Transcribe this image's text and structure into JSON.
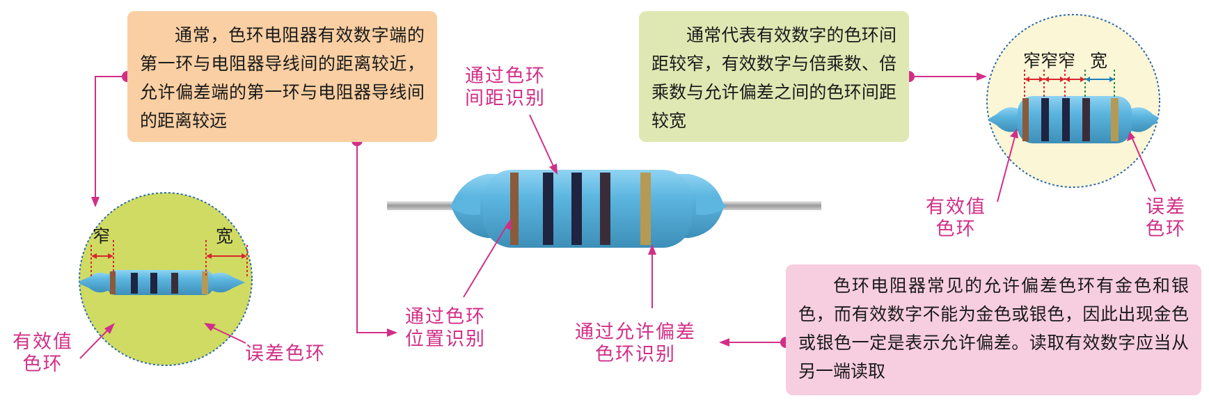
{
  "boxes": {
    "top_left": "通常，色环电阻器有效数字端的第一环与电阻器导线间的距离较近，允许偏差端的第一环与电阻器导线间的距离较远",
    "top_right": "通常代表有效数字的色环间距较窄，有效数字与倍乘数、倍乘数与允许偏差之间的色环间距较宽",
    "bottom_right": "色环电阻器常见的允许偏差色环有金色和银色，而有效数字不能为金色或银色，因此出现金色或银色一定是表示允许偏差。读取有效数字应当从另一端读取"
  },
  "labels": {
    "spacing": "通过色环\n间距识别",
    "position": "通过色环\n位置识别",
    "tolerance": "通过允许偏差\n色环识别",
    "left_significant": "有效值\n色环",
    "left_error": "误差色环",
    "right_significant": "有效值\n色环",
    "right_error": "误差\n色环",
    "narrow": "窄",
    "wide": "宽",
    "narrow_top": "窄窄窄",
    "wide_top": "宽"
  },
  "colors": {
    "accent": "#d12f87",
    "red_arrow": "#d8262f",
    "blue_arrow": "#1f7fb8",
    "resistor_body": "#5cb6e0",
    "left_circle": "#cfdb63",
    "right_circle": "#fbf6d6",
    "box_orange": "#f9cfa3",
    "box_green": "#dfe8b3",
    "box_pink": "#f7cde0"
  }
}
